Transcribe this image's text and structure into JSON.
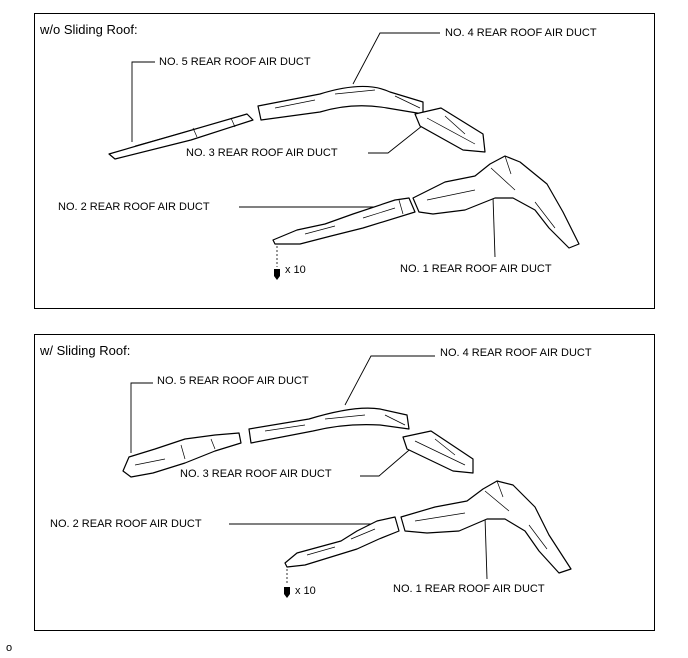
{
  "panels": [
    {
      "title": "w/o Sliding Roof:",
      "labels": {
        "no4": "NO. 4 REAR ROOF AIR DUCT",
        "no5": "NO. 5 REAR ROOF AIR DUCT",
        "no3": "NO. 3 REAR ROOF AIR DUCT",
        "no2": "NO. 2 REAR ROOF AIR DUCT",
        "no1": "NO. 1 REAR ROOF AIR DUCT",
        "clip_count": "x 10"
      }
    },
    {
      "title": "w/ Sliding Roof:",
      "labels": {
        "no4": "NO. 4 REAR ROOF AIR DUCT",
        "no5": "NO. 5 REAR ROOF AIR DUCT",
        "no3": "NO. 3 REAR ROOF AIR DUCT",
        "no2": "NO. 2 REAR ROOF AIR DUCT",
        "no1": "NO. 1 REAR ROOF AIR DUCT",
        "clip_count": "x 10"
      }
    }
  ],
  "figure_id": "o"
}
